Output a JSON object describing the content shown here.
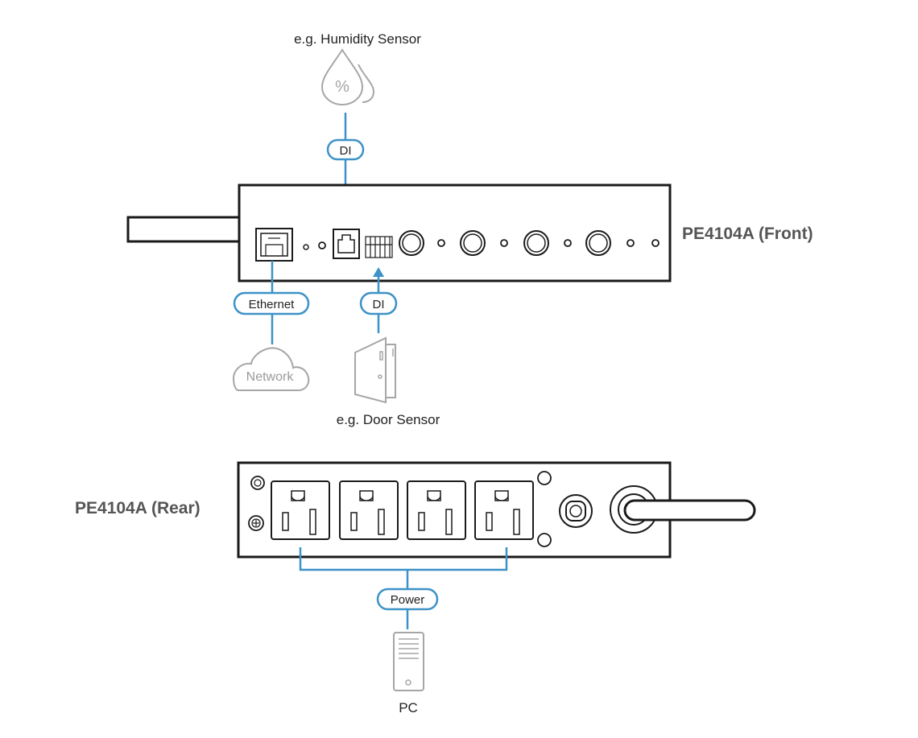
{
  "labels": {
    "humidity_sensor": "e.g. Humidity Sensor",
    "front_title": "PE4104A (Front)",
    "rear_title": "PE4104A (Rear)",
    "di_top": "DI",
    "di_bottom": "DI",
    "ethernet": "Ethernet",
    "network": "Network",
    "door_sensor": "e.g. Door Sensor",
    "power": "Power",
    "pc": "PC",
    "humidity_symbol": "%"
  },
  "colors": {
    "connector_line": "#3d92c7",
    "device_outline": "#1a1a1a",
    "icon_gray": "#a6a6a6"
  },
  "icons": [
    "humidity-drop-icon",
    "cloud-icon",
    "door-icon",
    "pc-tower-icon",
    "rj45-port-icon",
    "rj11-port-icon",
    "terminal-block-icon",
    "outlet-icon",
    "power-cord-icon"
  ]
}
